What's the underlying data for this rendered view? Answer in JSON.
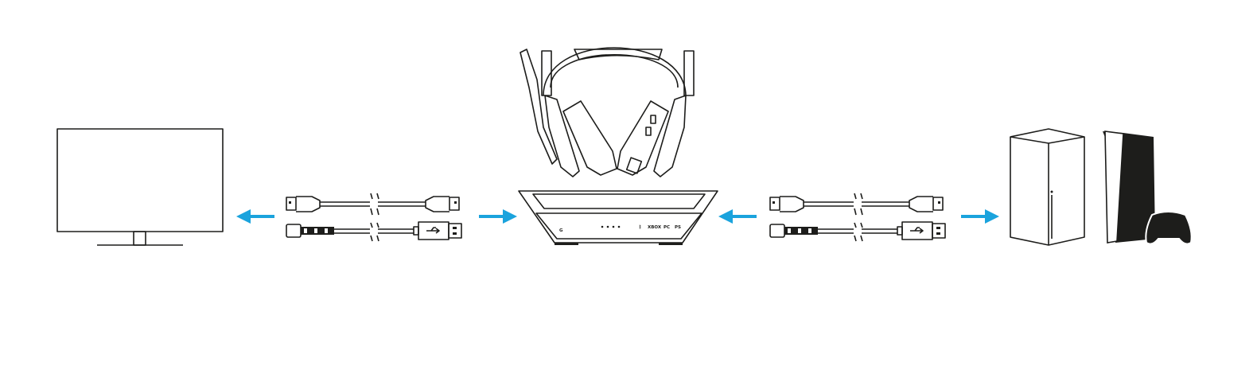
{
  "colors": {
    "arrow": "#1aa3dd",
    "line": "#1d1d1b",
    "background": "#ffffff"
  },
  "base_station": {
    "labels": [
      "XBOX",
      "PC",
      "PS"
    ],
    "logo": "G",
    "icons": [
      "bluetooth-icon",
      "led-dots"
    ]
  },
  "devices": [
    "monitor",
    "headset",
    "base-station",
    "xbox-console",
    "playstation-console",
    "controller"
  ],
  "cables": [
    "hdmi-cable",
    "usb-c-to-usb-a-cable"
  ]
}
